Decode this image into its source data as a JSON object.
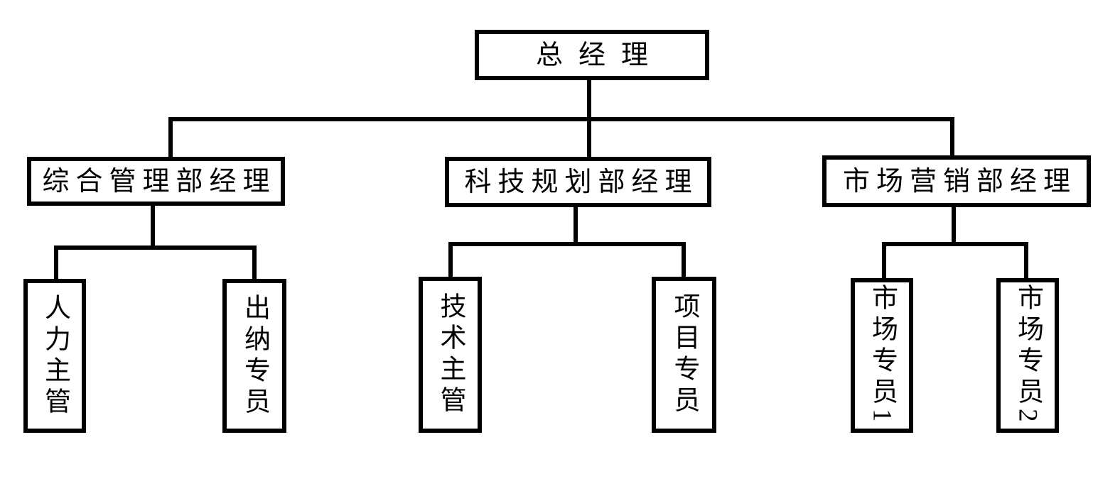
{
  "diagram": {
    "type": "org-chart",
    "background_color": "#ffffff",
    "box_border_color": "#000000",
    "connector_color": "#000000",
    "text_color": "#000000",
    "root": {
      "label": "总经理"
    },
    "departments": [
      {
        "label": "综合管理部经理",
        "children": [
          {
            "label": "人力主管"
          },
          {
            "label": "出纳专员"
          }
        ]
      },
      {
        "label": "科技规划部经理",
        "children": [
          {
            "label": "技术主管"
          },
          {
            "label": "项目专员"
          }
        ]
      },
      {
        "label": "市场营销部经理",
        "children": [
          {
            "label": "市场专员1"
          },
          {
            "label": "市场专员2"
          }
        ]
      }
    ]
  }
}
